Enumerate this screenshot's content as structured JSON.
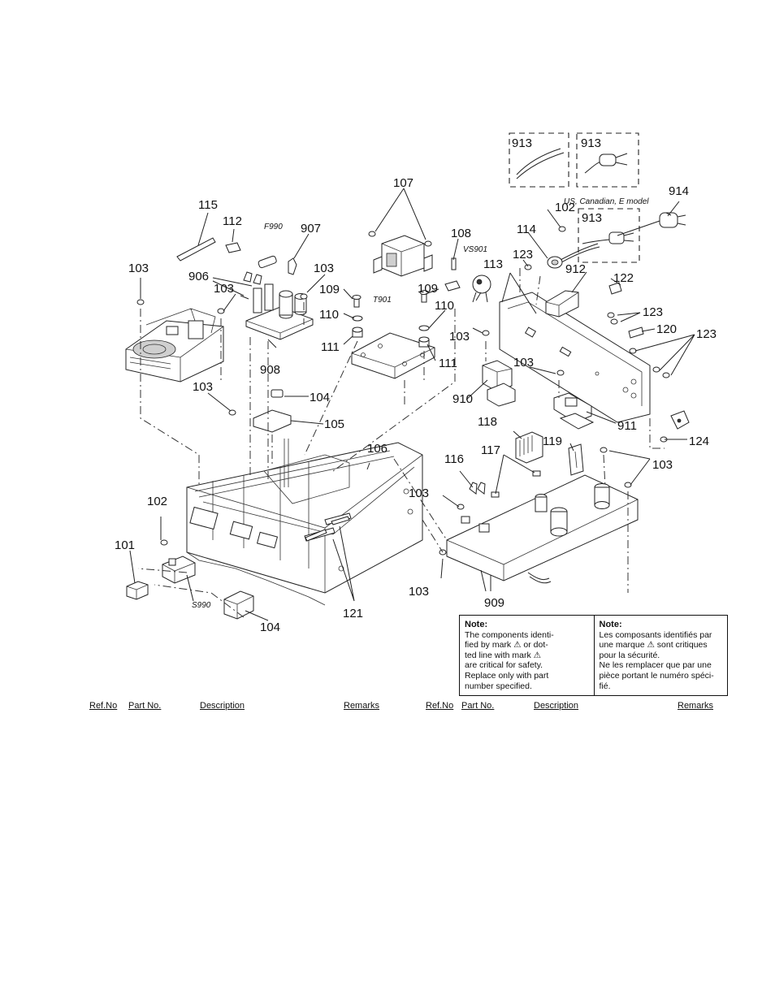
{
  "callouts": {
    "c101": "101",
    "c102a": "102",
    "c102b": "102",
    "c103a": "103",
    "c103b": "103",
    "c103c": "103",
    "c103d": "103",
    "c103e": "103",
    "c103f": "103",
    "c103g": "103",
    "c103h": "103",
    "c103i": "103",
    "c104a": "104",
    "c104b": "104",
    "c105": "105",
    "c106": "106",
    "c107": "107",
    "c108": "108",
    "c109a": "109",
    "c109b": "109",
    "c110a": "110",
    "c110b": "110",
    "c111a": "111",
    "c111b": "111",
    "c112": "112",
    "c113": "113",
    "c114": "114",
    "c115": "115",
    "c116": "116",
    "c117": "117",
    "c118": "118",
    "c119": "119",
    "c120": "120",
    "c121": "121",
    "c122": "122",
    "c123a": "123",
    "c123b": "123",
    "c123c": "123",
    "c124": "124",
    "c906": "906",
    "c907": "907",
    "c908": "908",
    "c909": "909",
    "c910": "910",
    "c911": "911",
    "c912": "912",
    "c913a": "913",
    "c913b": "913",
    "c913c": "913",
    "c914": "914"
  },
  "symbols": {
    "f990": "F990",
    "t901": "T901",
    "vs901": "VS901",
    "s990": "S990"
  },
  "model_note": "US, Canadian, E model",
  "note_en": {
    "heading": "Note:",
    "lines": [
      "The components identi-",
      "fied by mark ⚠ or dot-",
      "ted line with mark ⚠",
      "are critical for safety.",
      "Replace only with part",
      "number specified."
    ]
  },
  "note_fr": {
    "heading": "Note:",
    "lines": [
      "Les composants identifiés par",
      "une marque ⚠ sont critiques",
      "pour la sécurité.",
      "Ne les remplacer que par une",
      "pièce portant le numéro spéci-",
      "fié."
    ]
  },
  "table_headers": {
    "left": {
      "ref": "Ref.No",
      "part": "Part No.",
      "desc": "Description",
      "remarks": "Remarks"
    },
    "right": {
      "ref": "Ref.No",
      "part": "Part No.",
      "desc": "Description",
      "remarks": "Remarks"
    }
  }
}
